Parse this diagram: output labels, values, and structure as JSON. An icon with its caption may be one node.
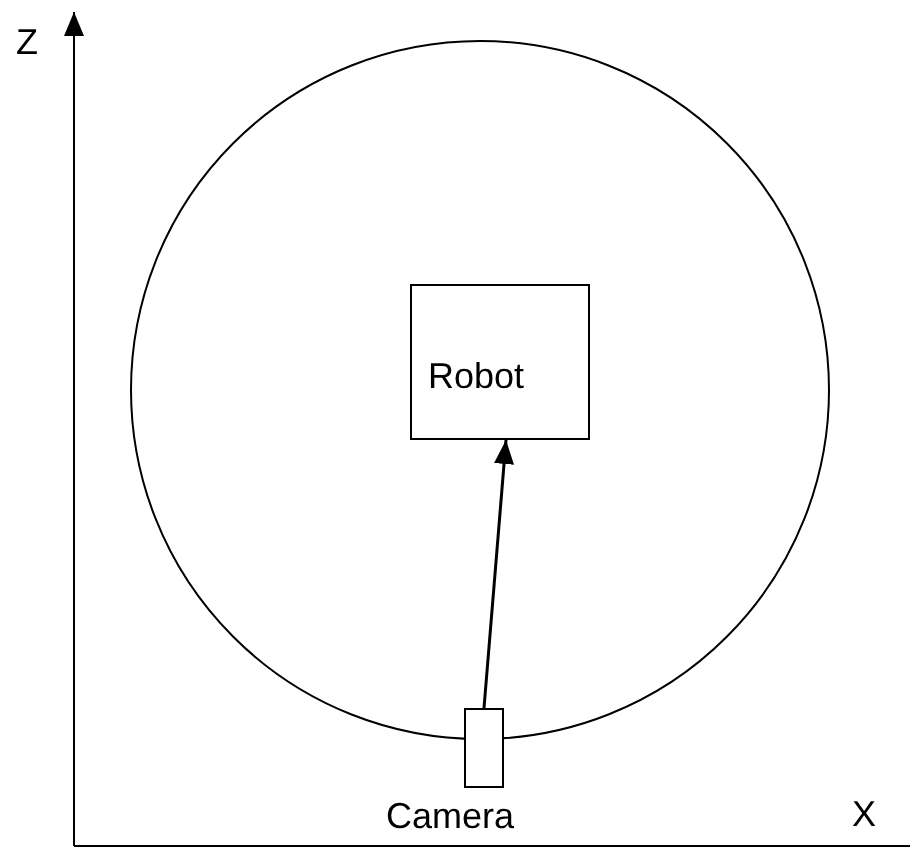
{
  "diagram": {
    "nodes": [
      {
        "text": [],
        "shape": "circle"
      },
      {
        "text": [
          "Robot"
        ],
        "in": 0
      },
      {
        "text": [
          "Camera"
        ]
      }
    ],
    "edges": [
      {
        "from": 2,
        "to": 1,
        "arrow": "to"
      }
    ],
    "labels": [
      "Z",
      "X"
    ]
  }
}
